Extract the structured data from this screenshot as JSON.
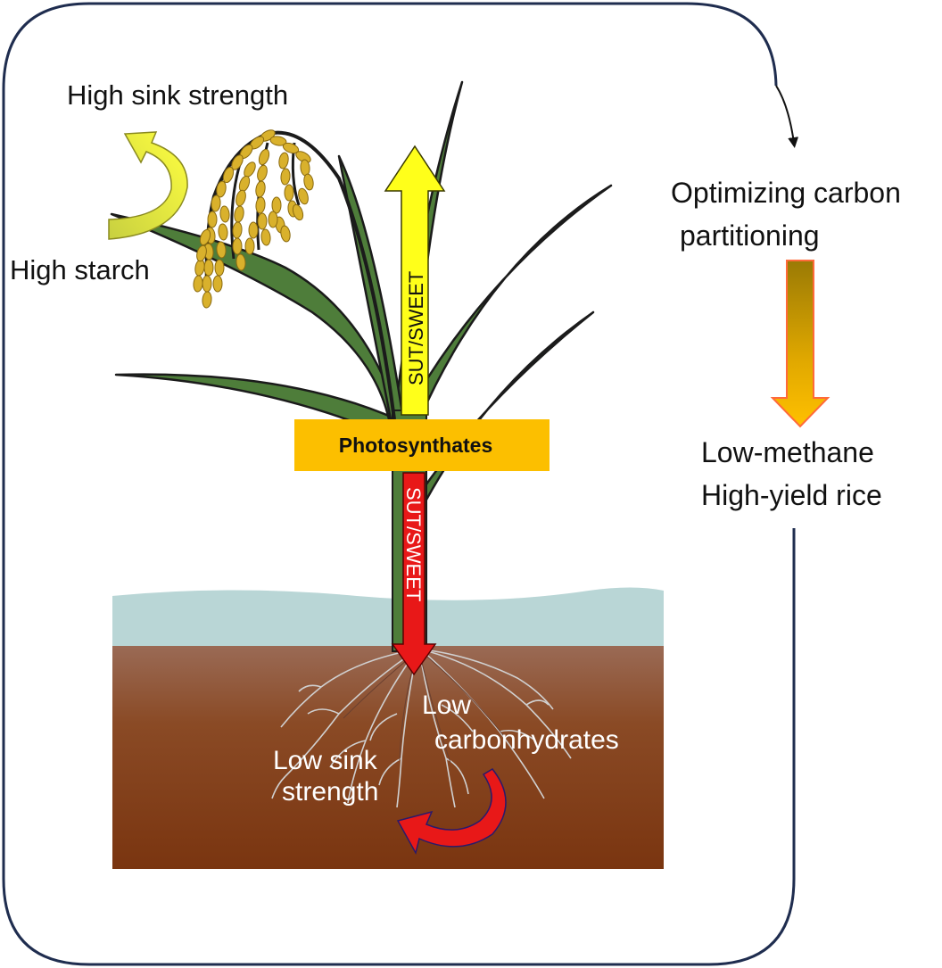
{
  "labels": {
    "high_sink_strength": "High sink strength",
    "high_starch": "High starch",
    "sut_sweet_up": "SUT/SWEET",
    "photosynthates": "Photosynthates",
    "sut_sweet_down": "SUT/SWEET",
    "low_carbohydrates_line1": "Low",
    "low_carbohydrates_line2": "carbonhydrates",
    "low_sink_line1": "Low sink",
    "low_sink_line2": "strength",
    "optimizing_line1": "Optimizing carbon",
    "optimizing_line2": "partitioning",
    "outcome_line1": "Low-methane",
    "outcome_line2": "High-yield rice"
  },
  "colors": {
    "frame": "#1f2d4f",
    "leaf_fill": "#4e7d3a",
    "leaf_stroke": "#1b1b1b",
    "grain": "#d9b12c",
    "grain_stroke": "#8a6a10",
    "up_arrow": "#ffff1a",
    "down_arrow": "#e81818",
    "photosynthates_box": "#fcbf00",
    "water": "#b9d6d6",
    "soil_top": "#9a6a55",
    "soil_bottom": "#7a3510",
    "roots": "#c9c9c9",
    "gradient_top": "#9a7a05",
    "gradient_bottom": "#ffc000"
  }
}
